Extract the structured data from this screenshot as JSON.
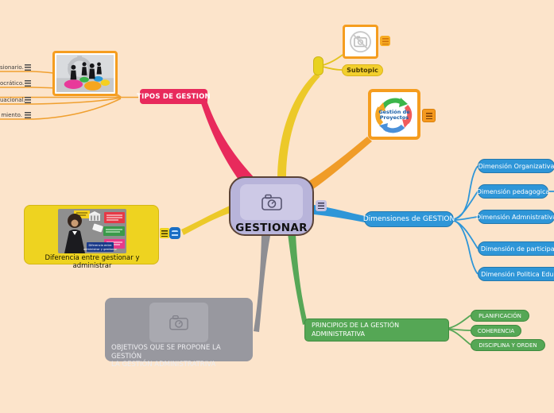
{
  "app": {
    "type": "mind-map"
  },
  "colors": {
    "background": "#fce4cb",
    "pink": "#e82a5c",
    "orange": "#f59d1f",
    "yellow": "#eed320",
    "blue": "#2e96d8",
    "green": "#55a755",
    "gray": "#98989f",
    "lavender": "#b8b4da"
  },
  "icons": {
    "notes-icon": "≡",
    "camera-icon": "camera-outline",
    "broken-image-icon": "camera-with-slash",
    "link-icon": "link-badge"
  },
  "center": {
    "label": "GESTIONAR"
  },
  "tipos": {
    "label": "TIPOS DE GESTION",
    "items": [
      "sionario.",
      "ocrático.",
      "uacional.",
      "miento."
    ]
  },
  "top_branch": {
    "subtopic_label": "Subtopic"
  },
  "proyectos": {
    "image_text_line1": "Gestión de",
    "image_text_line2": "Proyectos"
  },
  "dimensiones": {
    "label": "Dimensiones de GESTION",
    "children": [
      "Dimensión Organizativa",
      "Dimensión pedagogica",
      "Dimensión Admnistrativa",
      "Dimensión de participació",
      "Dimensión Politica Educat"
    ]
  },
  "principios": {
    "label_line1": "PRINCIPIOS DE LA GESTIÓN",
    "label_line2": "ADMINISTRATIVA",
    "children": [
      "PLANIFICACIÓN",
      "COHERENCIA",
      "DISCIPLINA Y ORDEN"
    ]
  },
  "diferencia": {
    "label": "Diferencia entre gestionar y administrar",
    "image_text_line1": "Diferencia entre",
    "image_text_line2": "administrar y gestionar"
  },
  "objetivos": {
    "label_line1": "OBJETIVOS QUE SE PROPONE LA GESTIÓN",
    "label_line2": "LA GESTIÓN ADMINISTRATRIVA"
  }
}
